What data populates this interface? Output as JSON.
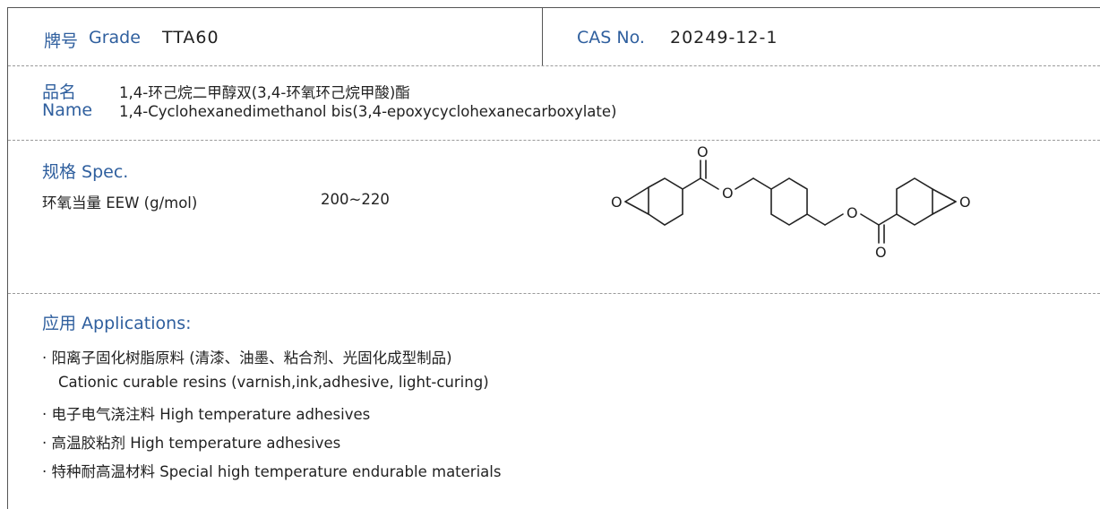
{
  "grade": {
    "label_cn": "牌号",
    "label_en": "Grade",
    "value": "TTA60"
  },
  "cas": {
    "label": "CAS No.",
    "value": "20249-12-1"
  },
  "name": {
    "label_cn": "品名",
    "label_en": "Name",
    "value_cn": "1,4-环己烷二甲醇双(3,4-环氧环己烷甲酸)酯",
    "value_en": "1,4-Cyclohexanedimethanol bis(3,4-epoxycyclohexanecarboxylate)"
  },
  "spec": {
    "title": "规格 Spec.",
    "rows": [
      {
        "label": "环氧当量 EEW (g/mol)",
        "value": "200~220"
      }
    ]
  },
  "structure": {
    "atom_labels": [
      "O",
      "O",
      "O",
      "O",
      "O",
      "O"
    ]
  },
  "applications": {
    "title": "应用 Applications:",
    "items": [
      "· 阳离子固化树脂原料 (清漆、油墨、粘合剂、光固化成型制品)",
      "Cationic curable resins (varnish,ink,adhesive, light-curing)",
      "· 电子电气浇注料 High temperature adhesives",
      "· 高温胶粘剂 High temperature adhesives",
      "· 特种耐高温材料 Special high temperature endurable materials"
    ]
  },
  "colors": {
    "accent": "#2f5f9e",
    "text": "#222222",
    "border": "#555555",
    "divider": "#9a9a9a"
  }
}
